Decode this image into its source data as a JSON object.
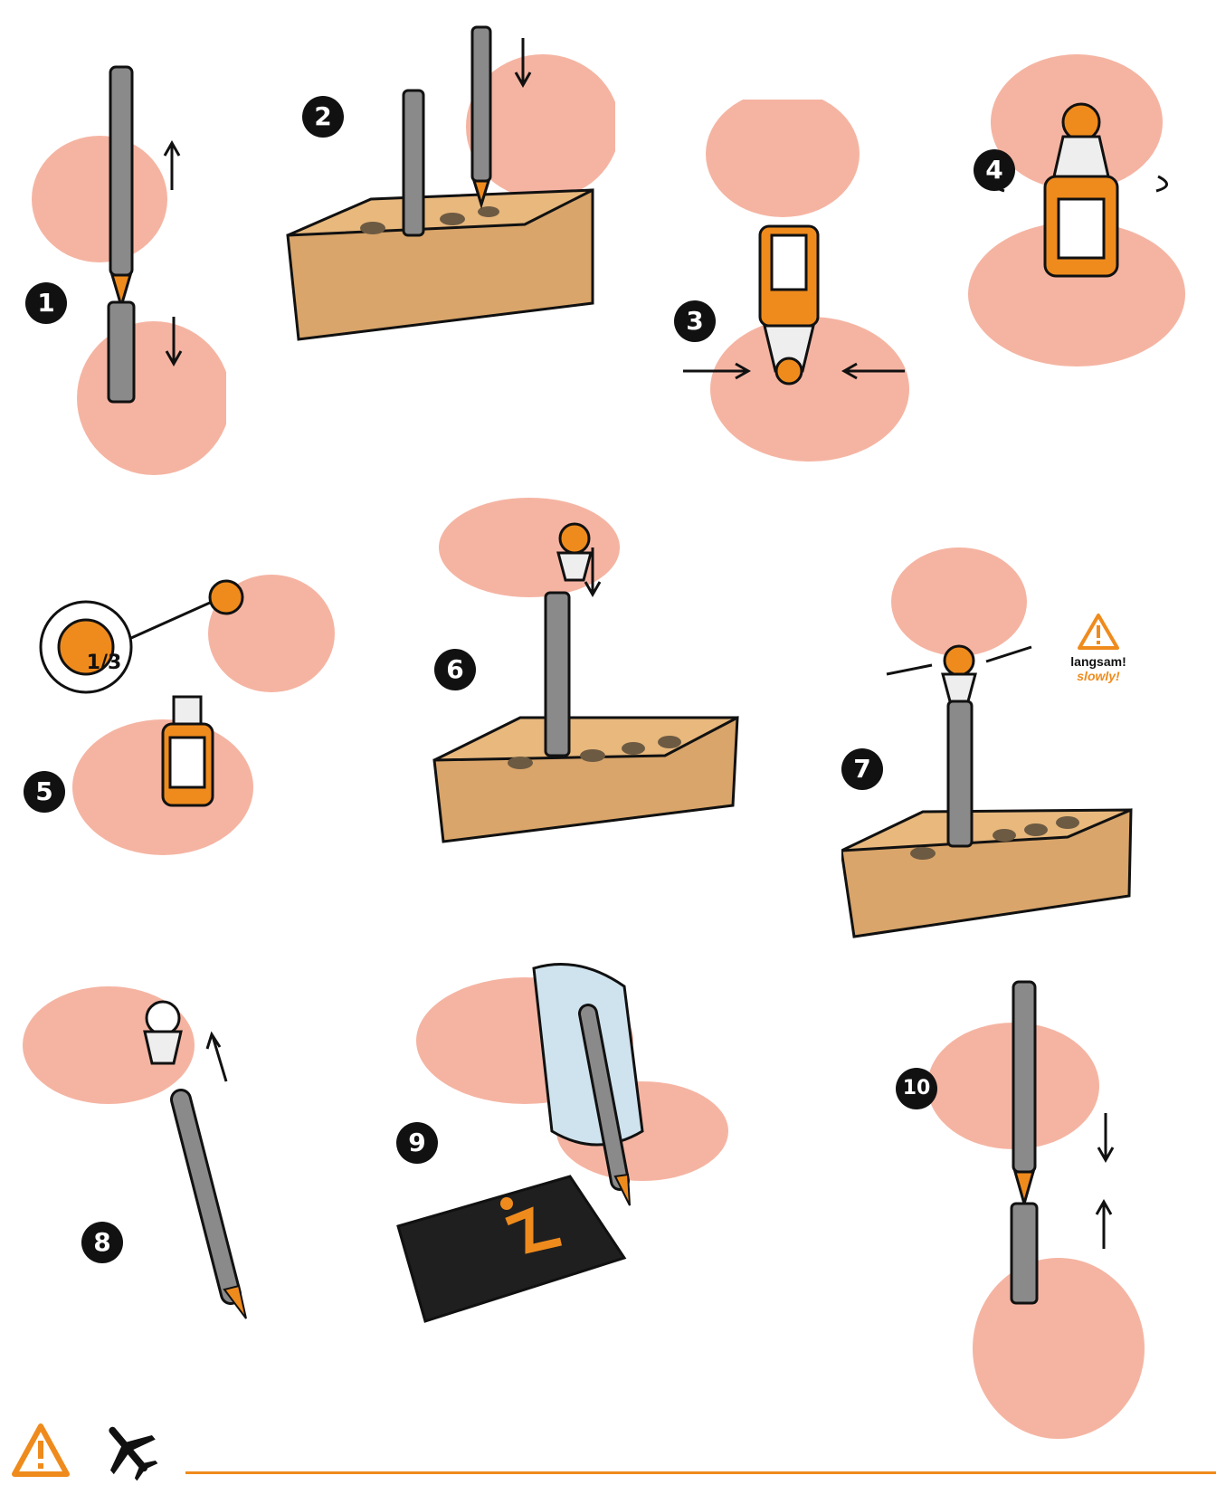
{
  "steps": [
    "1",
    "2",
    "3",
    "4",
    "5",
    "6",
    "7",
    "8",
    "9",
    "10"
  ],
  "fill_marker": "1/3",
  "warning": {
    "label": "langsam!",
    "label_en": "slowly!"
  },
  "footer": {
    "icons": [
      "warning-icon",
      "airplane-icon"
    ],
    "accent_color": "#ef8b1d"
  },
  "colors": {
    "skin": "#f0a08a",
    "cardboard": "#d9a56a",
    "orange": "#ef8b1d",
    "tube": "#8a8a8a",
    "ink": "#111111"
  }
}
